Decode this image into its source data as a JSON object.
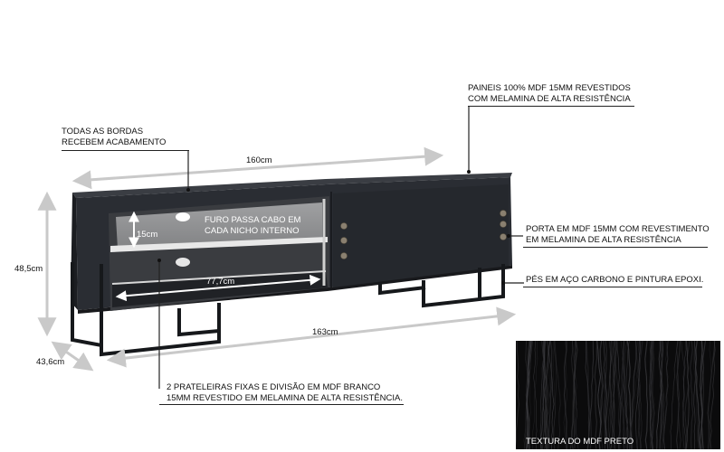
{
  "notes": {
    "bordas_1": "TODAS AS BORDAS",
    "bordas_2": "RECEBEM ACABAMENTO",
    "paineis_1": "PAINEIS 100% MDF 15mm REVESTIDOS",
    "paineis_2": "COM MELAMINA DE ALTA RESISTÊNCIA",
    "porta_1": "PORTA EM MDF 15MM COM REVESTIMENTO",
    "porta_2": "EM MELAMINA DE ALTA RESISTÊNCIA",
    "pes": "PÉS EM AÇO CARBONO E PINTURA EPOXI.",
    "prateleiras_1": "2 PRATELEIRAS FIXAS E DIVISÃO EM MDF BRANCO",
    "prateleiras_2": "15mm REVESTIDO EM MELAMINA DE ALTA RESISTÊNCIA.",
    "furo_1": "FURO PASSA CABO EM",
    "furo_2": "CADA NICHO INTERNO",
    "textura": "TEXTURA DO MDF PRETO"
  },
  "dimensions": {
    "width_top": "160cm",
    "width_bottom": "163cm",
    "height": "48,5cm",
    "depth": "43,6cm",
    "niche_height": "15cm",
    "niche_width": "77,7cm"
  },
  "colors": {
    "furniture": "#2a2d33",
    "furniture_dark": "#1b1d21",
    "leg": "#16181b",
    "arrow": "#c9c9c9",
    "interior": "#dcdcdc"
  }
}
